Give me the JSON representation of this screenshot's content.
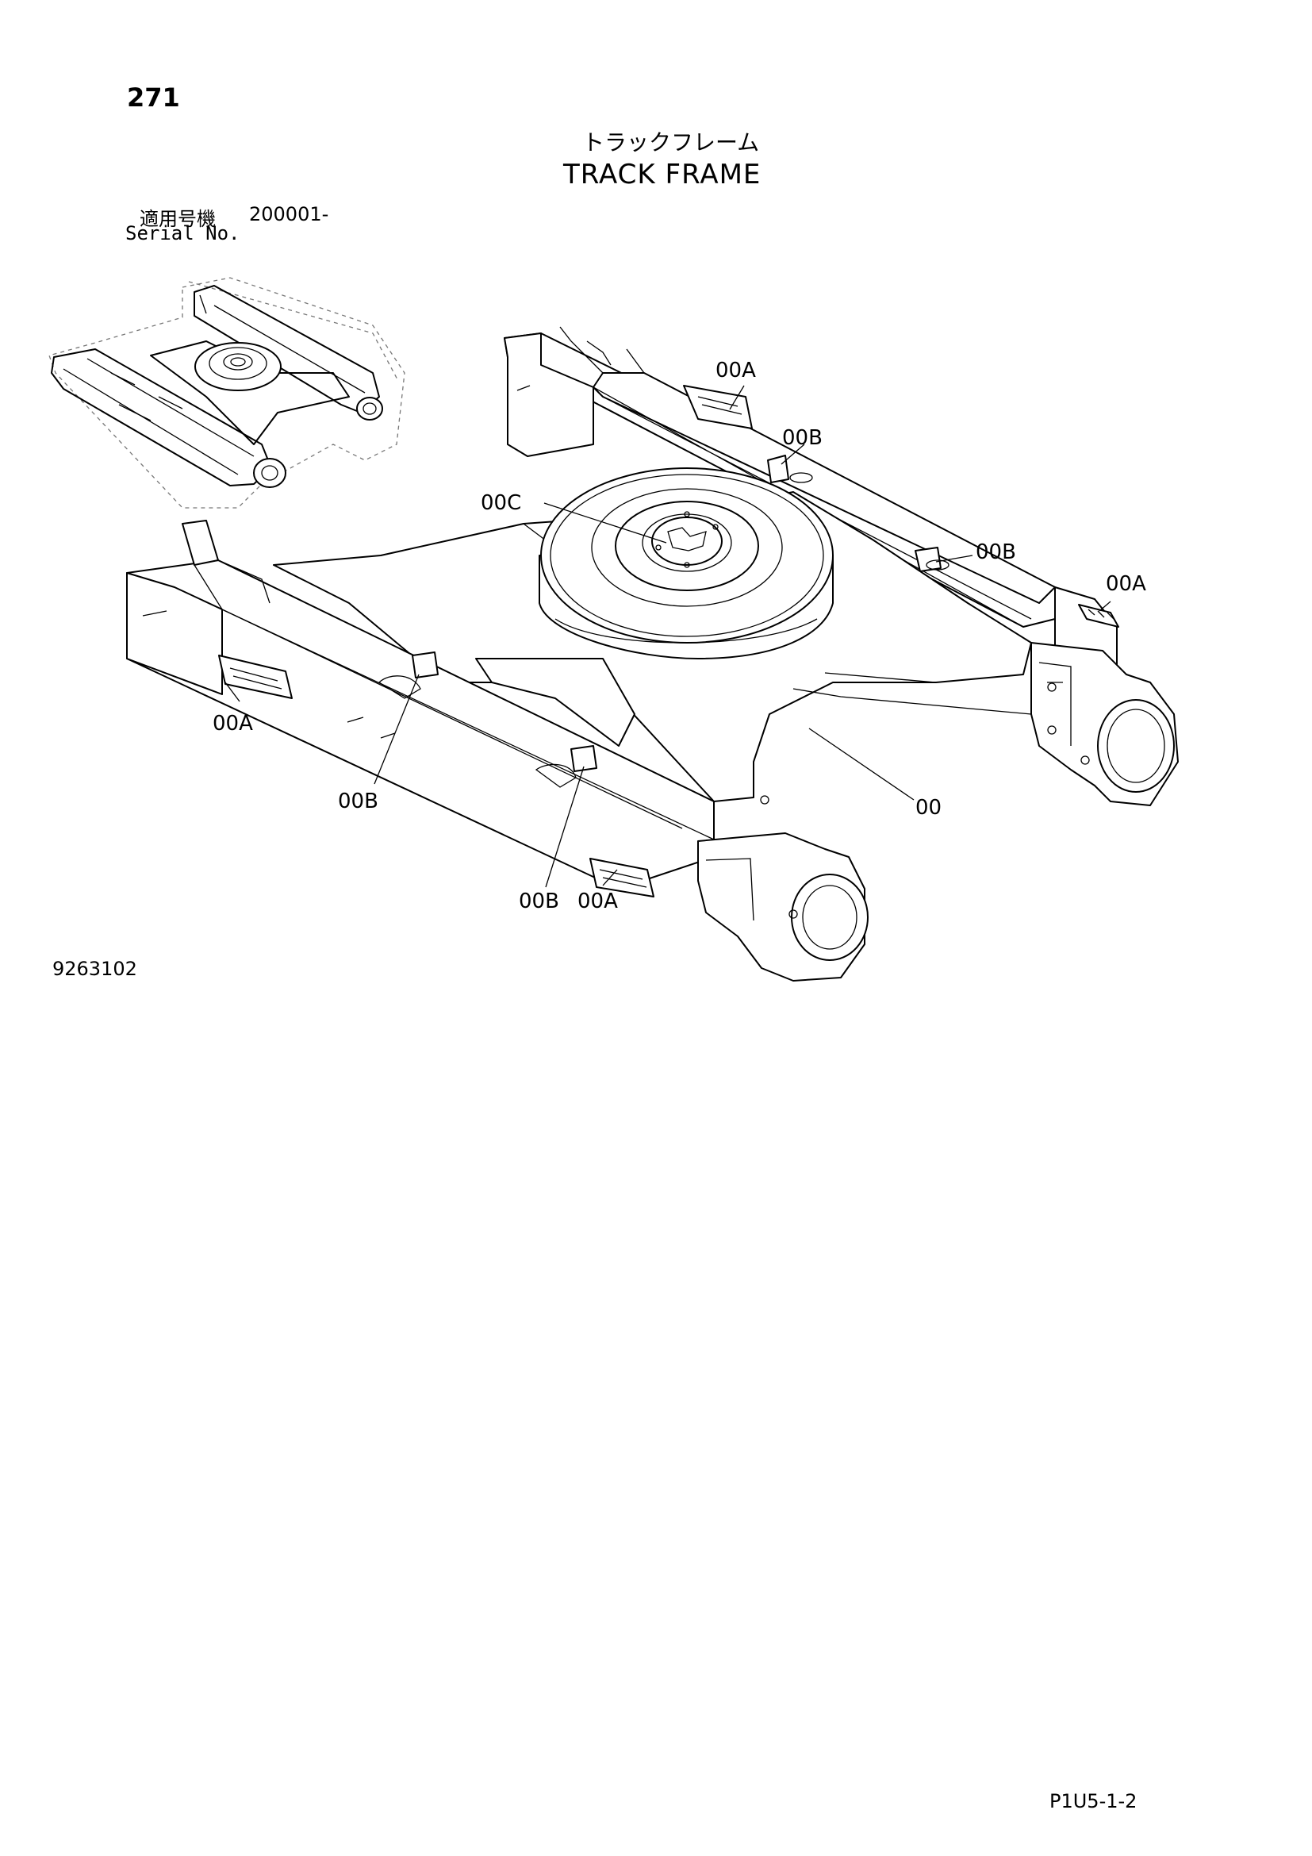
{
  "header": {
    "page_number": "271",
    "title_jp": "トラックフレーム",
    "title_en": "TRACK FRAME",
    "serial_label_jp": "適用号機",
    "serial_value": "200001-",
    "serial_label_en": "Serial No."
  },
  "diagram": {
    "callouts": {
      "a1": "00A",
      "b1": "00B",
      "c1": "00C",
      "b2": "00B",
      "a2": "00A",
      "a3": "00A",
      "b3": "00B",
      "main": "00",
      "b4": "00B",
      "a4": "00A"
    }
  },
  "footer": {
    "drawing_number": "9263102",
    "page_code": "P1U5-1-2"
  }
}
